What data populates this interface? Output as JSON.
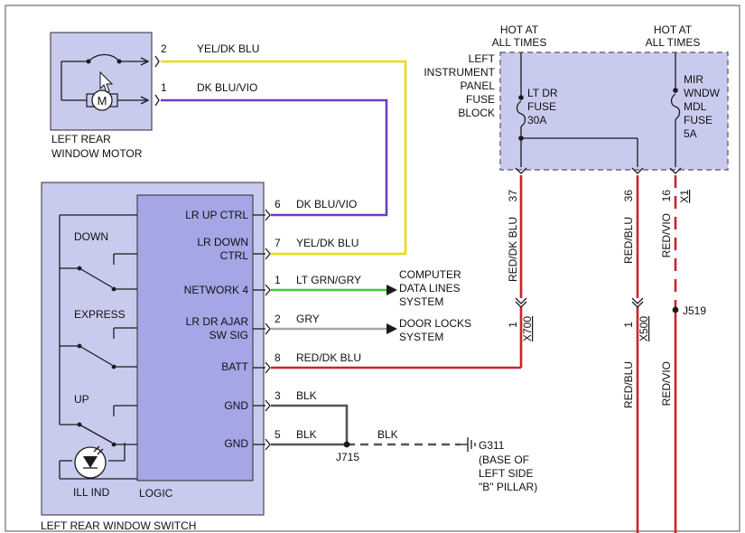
{
  "colors": {
    "yel_dk_blu": "#e6dd18",
    "dk_blu_vio": "#6a3fc0",
    "lt_grn": "#46c93a",
    "gry": "#a8a8a8",
    "red": "#c9222c",
    "blk": "#555555",
    "box_fill": "#c8cbee",
    "logic_fill": "#a4a6e6"
  },
  "motor": {
    "label_line1": "LEFT REAR",
    "label_line2": "WINDOW MOTOR",
    "motor_symbol": "M",
    "pin_top": "2",
    "pin_bottom": "1",
    "wire_top": "YEL/DK BLU",
    "wire_bottom": "DK BLU/VIO"
  },
  "switch": {
    "label": "LEFT REAR WINDOW SWITCH",
    "logic_label": "LOGIC",
    "ill_label": "ILL IND",
    "pos_down": "DOWN",
    "pos_express": "EXPRESS",
    "pos_up": "UP",
    "circuits": [
      {
        "l1": "LR UP CTRL",
        "l2": "",
        "pin": "6",
        "wire": "DK BLU/VIO"
      },
      {
        "l1": "LR DOWN",
        "l2": "CTRL",
        "pin": "7",
        "wire": "YEL/DK BLU"
      },
      {
        "l1": "NETWORK 4",
        "l2": "",
        "pin": "1",
        "wire": "LT GRN/GRY"
      },
      {
        "l1": "LR DR AJAR",
        "l2": "SW SIG",
        "pin": "2",
        "wire": "GRY"
      },
      {
        "l1": "BATT",
        "l2": "",
        "pin": "8",
        "wire": "RED/DK BLU"
      },
      {
        "l1": "GND",
        "l2": "",
        "pin": "3",
        "wire": "BLK"
      },
      {
        "l1": "GND",
        "l2": "",
        "pin": "5",
        "wire": "BLK"
      }
    ]
  },
  "destinations": {
    "computer_data": [
      "COMPUTER",
      "DATA LINES",
      "SYSTEM"
    ],
    "door_locks": [
      "DOOR LOCKS",
      "SYSTEM"
    ]
  },
  "ground": {
    "wire": "BLK",
    "splice": "J715",
    "name": "G311",
    "location": [
      "(BASE OF",
      "LEFT SIDE",
      "\"B\" PILLAR)"
    ]
  },
  "fuse_block": {
    "hot_left": [
      "HOT AT",
      "ALL TIMES"
    ],
    "hot_right": [
      "HOT AT",
      "ALL TIMES"
    ],
    "name": [
      "LEFT",
      "INSTRUMENT",
      "PANEL",
      "FUSE",
      "BLOCK"
    ],
    "fuse1": [
      "LT DR",
      "FUSE",
      "30A"
    ],
    "fuse2": [
      "MIR",
      "WNDW",
      "MDL",
      "FUSE",
      "5A"
    ]
  },
  "vertical_circuits": {
    "c1_pin": "37",
    "c1_wire": "RED/DK BLU",
    "c1_conn_pin": "1",
    "c1_conn": "X700",
    "c2_pin": "36",
    "c2_wire_top": "RED/BLU",
    "c2_conn_pin": "1",
    "c2_conn": "X500",
    "c2_wire_bottom": "RED/BLU",
    "c3_pin": "16",
    "c3_conn": "X1",
    "c3_wire_top": "RED/VIO",
    "c3_splice": "J519",
    "c3_wire_bottom": "RED/VIO"
  }
}
